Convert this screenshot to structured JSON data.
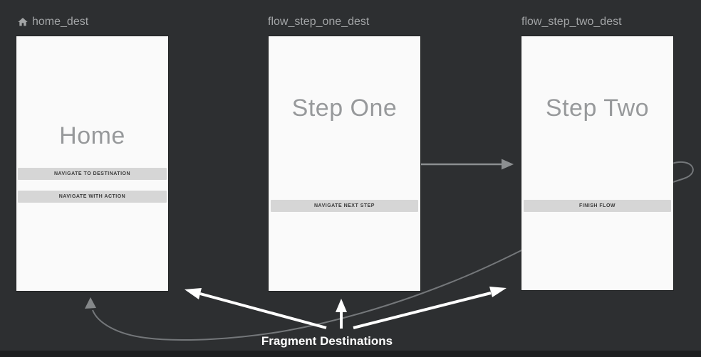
{
  "editor": {
    "background_color": "#2d2f31",
    "card_color": "#fafafa",
    "edge_color": "#8c8f91",
    "annotation_color": "#ffffff"
  },
  "destinations": [
    {
      "label": "home_dest",
      "icon": "home-icon",
      "is_start_destination": true,
      "title": "Home",
      "buttons": [
        {
          "label": "NAVIGATE TO DESTINATION"
        },
        {
          "label": "NAVIGATE WITH ACTION"
        }
      ]
    },
    {
      "label": "flow_step_one_dest",
      "title": "Step One",
      "buttons": [
        {
          "label": "NAVIGATE NEXT STEP"
        }
      ]
    },
    {
      "label": "flow_step_two_dest",
      "title": "Step Two",
      "buttons": [
        {
          "label": "FINISH FLOW"
        }
      ]
    }
  ],
  "actions": [
    {
      "description": "flow_step_one_dest to flow_step_two_dest"
    },
    {
      "description": "flow_step_two_dest to home_dest"
    }
  ],
  "annotation": {
    "label": "Fragment Destinations"
  }
}
